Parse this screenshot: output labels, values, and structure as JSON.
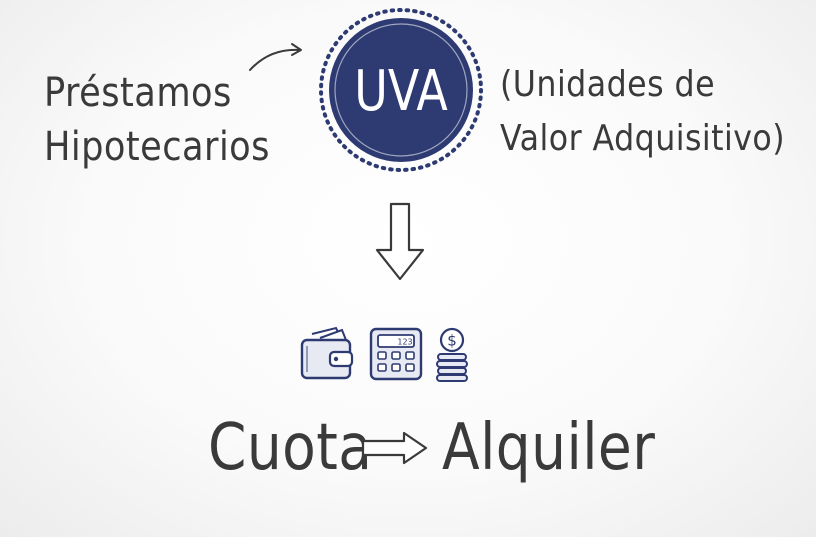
{
  "left_label": {
    "line1": "Préstamos",
    "line2": "Hipotecarios"
  },
  "badge": {
    "text": "UVA",
    "color": "#2e3b72"
  },
  "right_label": {
    "line1": "(Unidades de",
    "line2": "Valor Adquisitivo)"
  },
  "bottom": {
    "left_word": "Cuota",
    "right_word": "Alquiler"
  },
  "icons": [
    "wallet-icon",
    "calculator-icon",
    "coin-stack-icon"
  ],
  "calculator_display": "123"
}
